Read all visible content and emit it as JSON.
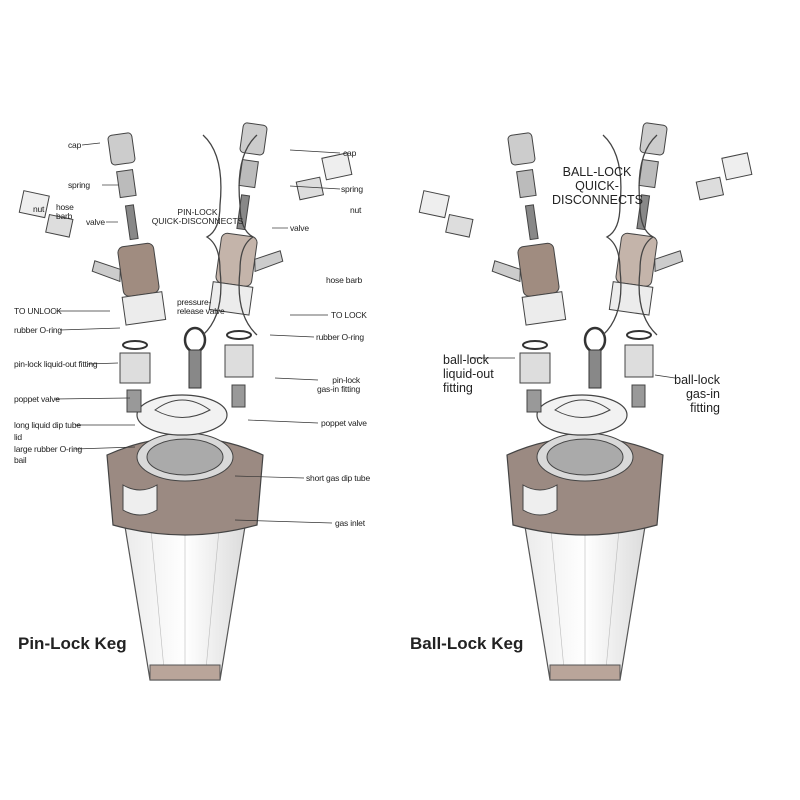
{
  "pin_lock": {
    "title": "Pin-Lock Keg",
    "header": [
      "PIN-LOCK",
      "QUICK-DISCONNECTS"
    ],
    "labels": {
      "cap_left": "cap",
      "spring_left": "spring",
      "nut_left": "nut",
      "hose_barb_left": [
        "hose",
        "barb"
      ],
      "valve_left": "valve",
      "cap_right": "cap",
      "spring_right": "spring",
      "nut_right": "nut",
      "valve_right": "valve",
      "hose_barb_right": "hose barb",
      "to_unlock": "TO UNLOCK",
      "to_lock": "TO LOCK",
      "pressure_release_valve": [
        "pressure-",
        "release valve"
      ],
      "rubber_oring_left": "rubber O-ring",
      "rubber_oring_right": "rubber O-ring",
      "liquid_out_fitting": "pin-lock liquid-out fitting",
      "gas_in_fitting": [
        "pin-lock",
        "gas-in fitting"
      ],
      "poppet_valve_left": "poppet valve",
      "poppet_valve_right": "poppet valve",
      "long_dip_tube": "long liquid dip tube",
      "lid": "lid",
      "large_oring": "large rubber O-ring",
      "bail": "bail",
      "short_gas_dip_tube": "short gas dip tube",
      "gas_inlet": "gas inlet"
    }
  },
  "ball_lock": {
    "title": "Ball-Lock Keg",
    "header": [
      "BALL-LOCK",
      "QUICK-",
      "DISCONNECTS"
    ],
    "labels": {
      "liquid_out_fitting": [
        "ball-lock",
        "liquid-out",
        "fitting"
      ],
      "gas_in_fitting": [
        "ball-lock",
        "gas-in",
        "fitting"
      ]
    }
  }
}
